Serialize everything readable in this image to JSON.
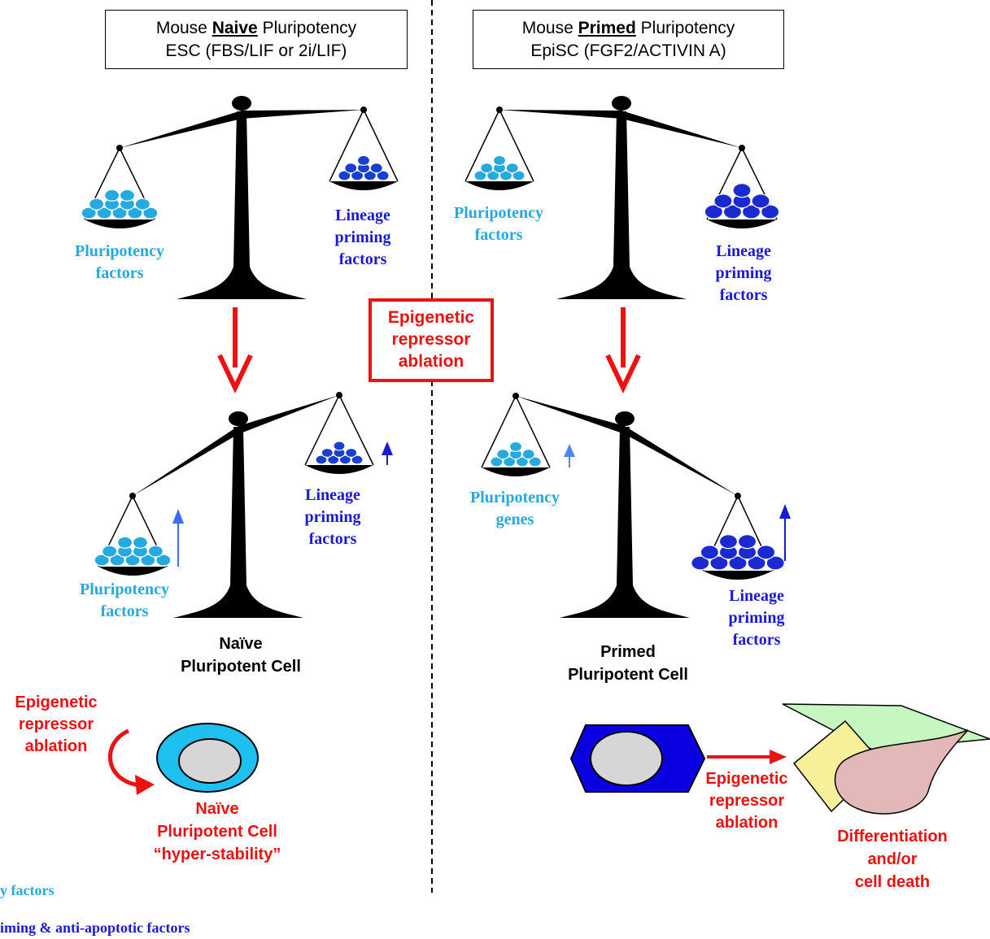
{
  "header_left": {
    "prefix": "Mouse",
    "emphasis": "Naive",
    "suffix": "Pluripotency",
    "line2": "ESC (FBS/LIF or 2i/LIF)"
  },
  "header_right": {
    "prefix": "Mouse",
    "emphasis": "Primed",
    "suffix": "Pluripotency",
    "line2": "EpiSC (FGF2/ACTIVIN A)"
  },
  "center_box": [
    "Epigenetic",
    "repressor",
    "ablation"
  ],
  "left_top_scale": {
    "left_pan": [
      "Pluripotency",
      "factors"
    ],
    "right_pan": [
      "Lineage",
      "priming",
      "factors"
    ]
  },
  "right_top_scale": {
    "left_pan": [
      "Pluripotency",
      "factors"
    ],
    "right_pan": [
      "Lineage",
      "priming",
      "factors"
    ]
  },
  "left_bottom_scale": {
    "left_pan": [
      "Pluripotency",
      "factors"
    ],
    "right_pan": [
      "Lineage",
      "priming",
      "factors"
    ],
    "caption": [
      "Naïve",
      "Pluripotent Cell"
    ]
  },
  "right_bottom_scale": {
    "left_pan": [
      "Pluripotency",
      "genes"
    ],
    "right_pan": [
      "Lineage",
      "priming",
      "factors"
    ],
    "caption": [
      "Primed",
      "Pluripotent Cell"
    ]
  },
  "naive_outcome": {
    "treatment": [
      "Epigenetic",
      "repressor",
      "ablation"
    ],
    "result": [
      "Naïve",
      "Pluripotent Cell",
      "“hyper-stability”"
    ]
  },
  "primed_outcome": {
    "treatment": [
      "Epigenetic",
      "repressor",
      "ablation"
    ],
    "result": [
      "Differentiation",
      "and/or",
      "cell death"
    ]
  },
  "legend": [
    {
      "text": "y factors",
      "color": "#25a9df"
    },
    {
      "text": "iming & anti-apoptotic factors",
      "color": "#1a1ad6"
    }
  ],
  "colors": {
    "pluripotency": "#25a9df",
    "lineage": "#1a1ad6",
    "accent_red": "#ee1111",
    "naive_cell_fill": "#1ec0f0",
    "primed_cell_fill": "#0a00e0",
    "diff_green": "#c6f7c0",
    "diff_yellow": "#f8ef9a",
    "diff_pink": "#e3b8b8"
  }
}
